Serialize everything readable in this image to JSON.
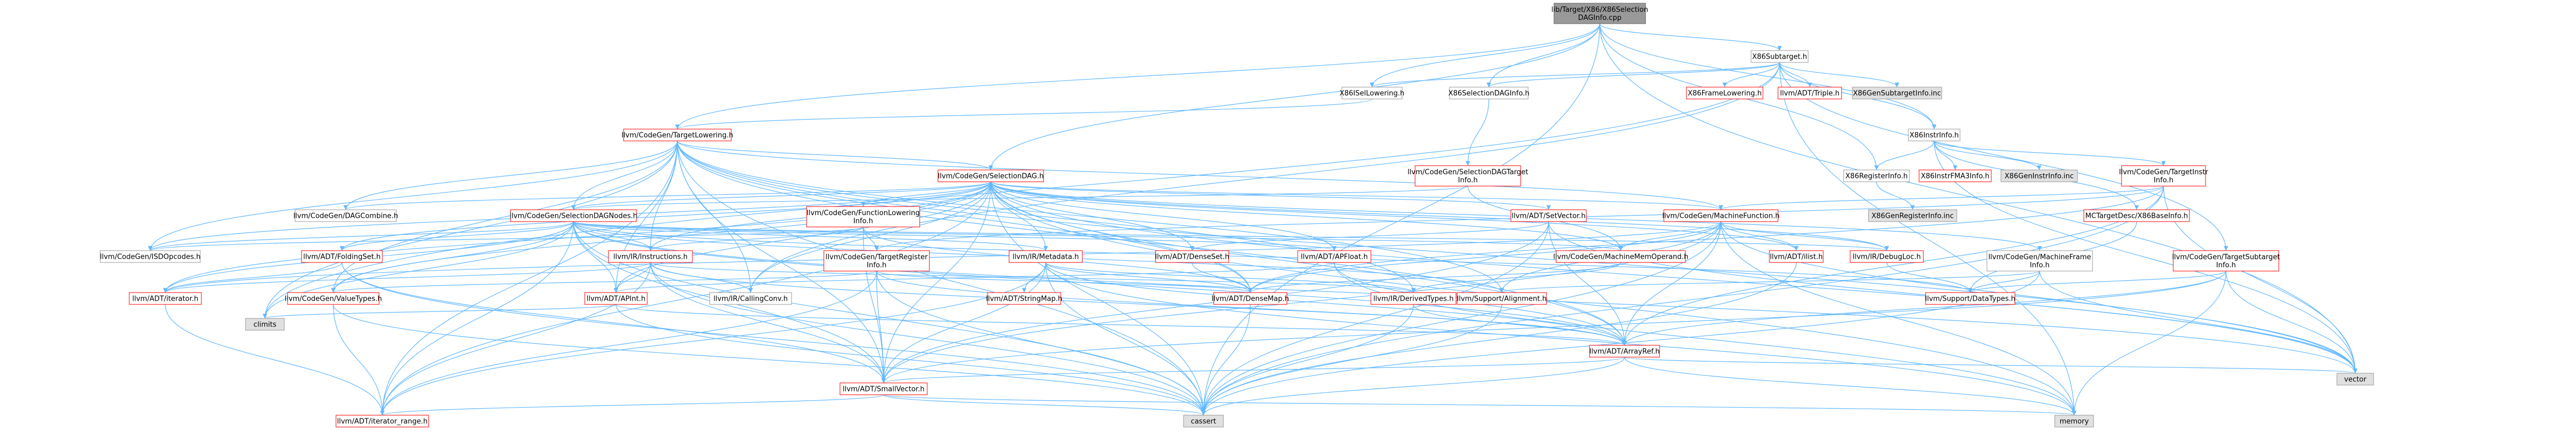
{
  "graph": {
    "nodes": [
      {
        "id": "root",
        "label": [
          "lib/Target/X86/X86Selection",
          "DAGInfo.cpp"
        ],
        "style": "root"
      },
      {
        "id": "X86Subtarget",
        "label": [
          "X86Subtarget.h"
        ],
        "style": "plain"
      },
      {
        "id": "X86ISelLowering",
        "label": [
          "X86ISelLowering.h"
        ],
        "style": "plain"
      },
      {
        "id": "X86SelectionDAGInfo",
        "label": [
          "X86SelectionDAGInfo.h"
        ],
        "style": "plain"
      },
      {
        "id": "X86FrameLowering",
        "label": [
          "X86FrameLowering.h"
        ],
        "style": "red"
      },
      {
        "id": "Triple",
        "label": [
          "llvm/ADT/Triple.h"
        ],
        "style": "red"
      },
      {
        "id": "X86GenSubtargetInfo",
        "label": [
          "X86GenSubtargetInfo.inc"
        ],
        "style": "gray"
      },
      {
        "id": "X86InstrInfo",
        "label": [
          "X86InstrInfo.h"
        ],
        "style": "plain"
      },
      {
        "id": "TargetLowering",
        "label": [
          "llvm/CodeGen/TargetLowering.h"
        ],
        "style": "red"
      },
      {
        "id": "SelectionDAGTargetInfo",
        "label": [
          "llvm/CodeGen/SelectionDAGTarget",
          "Info.h"
        ],
        "style": "red"
      },
      {
        "id": "X86InstrFMA3Info",
        "label": [
          "X86InstrFMA3Info.h"
        ],
        "style": "red"
      },
      {
        "id": "X86GenInstrInfo",
        "label": [
          "X86GenInstrInfo.inc"
        ],
        "style": "gray"
      },
      {
        "id": "TargetInstrInfo",
        "label": [
          "llvm/CodeGen/TargetInstr",
          "Info.h"
        ],
        "style": "red"
      },
      {
        "id": "X86RegisterInfo",
        "label": [
          "X86RegisterInfo.h"
        ],
        "style": "plain"
      },
      {
        "id": "X86GenRegisterInfo",
        "label": [
          "X86GenRegisterInfo.inc"
        ],
        "style": "gray"
      },
      {
        "id": "SelectionDAG",
        "label": [
          "llvm/CodeGen/SelectionDAG.h"
        ],
        "style": "red"
      },
      {
        "id": "MCTargetDesc",
        "label": [
          "MCTargetDesc/X86BaseInfo.h"
        ],
        "style": "red"
      },
      {
        "id": "DAGCombine",
        "label": [
          "llvm/CodeGen/DAGCombine.h"
        ],
        "style": "plain"
      },
      {
        "id": "FunctionLowering",
        "label": [
          "llvm/CodeGen/FunctionLowering",
          "Info.h"
        ],
        "style": "red"
      },
      {
        "id": "SetVector",
        "label": [
          "llvm/ADT/SetVector.h"
        ],
        "style": "red"
      },
      {
        "id": "MachineFunction",
        "label": [
          "llvm/CodeGen/MachineFunction.h"
        ],
        "style": "red"
      },
      {
        "id": "SelectionDAGNodes",
        "label": [
          "llvm/CodeGen/SelectionDAGNodes.h"
        ],
        "style": "red"
      },
      {
        "id": "TargetSubtarget",
        "label": [
          "llvm/CodeGen/TargetSubtarget",
          "Info.h"
        ],
        "style": "red"
      },
      {
        "id": "MachineFrameInfo",
        "label": [
          "llvm/CodeGen/MachineFrame",
          "Info.h"
        ],
        "style": "plain"
      },
      {
        "id": "TargetRegisterInfo",
        "label": [
          "llvm/CodeGen/TargetRegister",
          "Info.h"
        ],
        "style": "red"
      },
      {
        "id": "ISDOpcodes",
        "label": [
          "llvm/CodeGen/ISDOpcodes.h"
        ],
        "style": "plain"
      },
      {
        "id": "FoldingSet",
        "label": [
          "llvm/ADT/FoldingSet.h"
        ],
        "style": "red"
      },
      {
        "id": "Instructions",
        "label": [
          "llvm/IR/Instructions.h"
        ],
        "style": "red"
      },
      {
        "id": "Metadata",
        "label": [
          "llvm/IR/Metadata.h"
        ],
        "style": "red"
      },
      {
        "id": "DenseSet",
        "label": [
          "llvm/ADT/DenseSet.h"
        ],
        "style": "red"
      },
      {
        "id": "APFloat",
        "label": [
          "llvm/ADT/APFloat.h"
        ],
        "style": "red"
      },
      {
        "id": "MachineMemOperand",
        "label": [
          "llvm/CodeGen/MachineMemOperand.h"
        ],
        "style": "red"
      },
      {
        "id": "ilist",
        "label": [
          "llvm/ADT/ilist.h"
        ],
        "style": "red"
      },
      {
        "id": "DebugLoc",
        "label": [
          "llvm/IR/DebugLoc.h"
        ],
        "style": "red"
      },
      {
        "id": "iterator",
        "label": [
          "llvm/ADT/iterator.h"
        ],
        "style": "red"
      },
      {
        "id": "ValueTypes",
        "label": [
          "llvm/CodeGen/ValueTypes.h"
        ],
        "style": "red"
      },
      {
        "id": "APInt",
        "label": [
          "llvm/ADT/APInt.h"
        ],
        "style": "red"
      },
      {
        "id": "CallingConv",
        "label": [
          "llvm/IR/CallingConv.h"
        ],
        "style": "plain"
      },
      {
        "id": "StringMap",
        "label": [
          "llvm/ADT/StringMap.h"
        ],
        "style": "red"
      },
      {
        "id": "DenseMap",
        "label": [
          "llvm/ADT/DenseMap.h"
        ],
        "style": "red"
      },
      {
        "id": "DerivedTypes",
        "label": [
          "llvm/IR/DerivedTypes.h"
        ],
        "style": "red"
      },
      {
        "id": "Alignment",
        "label": [
          "llvm/Support/Alignment.h"
        ],
        "style": "red"
      },
      {
        "id": "DataTypes",
        "label": [
          "llvm/Support/DataTypes.h"
        ],
        "style": "red"
      },
      {
        "id": "climits",
        "label": [
          "climits"
        ],
        "style": "gray"
      },
      {
        "id": "ArrayRef",
        "label": [
          "llvm/ADT/ArrayRef.h"
        ],
        "style": "red"
      },
      {
        "id": "vector",
        "label": [
          "vector"
        ],
        "style": "gray"
      },
      {
        "id": "SmallVector",
        "label": [
          "llvm/ADT/SmallVector.h"
        ],
        "style": "red"
      },
      {
        "id": "iterator_range",
        "label": [
          "llvm/ADT/iterator_range.h"
        ],
        "style": "red"
      },
      {
        "id": "cassert",
        "label": [
          "cassert"
        ],
        "style": "gray"
      },
      {
        "id": "memory",
        "label": [
          "memory"
        ],
        "style": "gray"
      }
    ],
    "edges": [
      [
        "root",
        "X86Subtarget"
      ],
      [
        "root",
        "X86ISelLowering"
      ],
      [
        "root",
        "X86SelectionDAGInfo"
      ],
      [
        "root",
        "X86InstrInfo"
      ],
      [
        "root",
        "TargetLowering"
      ],
      [
        "root",
        "SelectionDAG"
      ],
      [
        "root",
        "X86RegisterInfo"
      ],
      [
        "root",
        "vector"
      ],
      [
        "root",
        "cassert"
      ],
      [
        "X86Subtarget",
        "X86FrameLowering"
      ],
      [
        "X86Subtarget",
        "Triple"
      ],
      [
        "X86Subtarget",
        "X86GenSubtargetInfo"
      ],
      [
        "X86Subtarget",
        "X86InstrInfo"
      ],
      [
        "X86Subtarget",
        "X86ISelLowering"
      ],
      [
        "X86Subtarget",
        "X86SelectionDAGInfo"
      ],
      [
        "X86Subtarget",
        "TargetSubtarget"
      ],
      [
        "X86Subtarget",
        "CallingConv"
      ],
      [
        "X86Subtarget",
        "climits"
      ],
      [
        "X86Subtarget",
        "memory"
      ],
      [
        "X86ISelLowering",
        "TargetLowering"
      ],
      [
        "X86SelectionDAGInfo",
        "SelectionDAGTargetInfo"
      ],
      [
        "X86InstrInfo",
        "X86InstrFMA3Info"
      ],
      [
        "X86InstrInfo",
        "X86GenInstrInfo"
      ],
      [
        "X86InstrInfo",
        "TargetInstrInfo"
      ],
      [
        "X86InstrInfo",
        "X86RegisterInfo"
      ],
      [
        "X86InstrInfo",
        "MCTargetDesc"
      ],
      [
        "X86InstrInfo",
        "vector"
      ],
      [
        "TargetLowering",
        "SelectionDAG"
      ],
      [
        "TargetLowering",
        "DAGCombine"
      ],
      [
        "TargetLowering",
        "ISDOpcodes"
      ],
      [
        "TargetLowering",
        "SelectionDAGNodes"
      ],
      [
        "TargetLowering",
        "ValueTypes"
      ],
      [
        "TargetLowering",
        "CallingConv"
      ],
      [
        "TargetLowering",
        "Instructions"
      ],
      [
        "TargetLowering",
        "ArrayRef"
      ],
      [
        "TargetLowering",
        "SmallVector"
      ],
      [
        "TargetLowering",
        "DenseMap"
      ],
      [
        "TargetLowering",
        "climits"
      ],
      [
        "TargetLowering",
        "cassert"
      ],
      [
        "TargetLowering",
        "vector"
      ],
      [
        "TargetLowering",
        "iterator_range"
      ],
      [
        "TargetLowering",
        "DerivedTypes"
      ],
      [
        "TargetLowering",
        "Alignment"
      ],
      [
        "TargetLowering",
        "APInt"
      ],
      [
        "TargetLowering",
        "MachineFunction"
      ],
      [
        "SelectionDAGTargetInfo",
        "SelectionDAGNodes"
      ],
      [
        "SelectionDAGTargetInfo",
        "MachineMemOperand"
      ],
      [
        "TargetInstrInfo",
        "MachineFunction"
      ],
      [
        "TargetInstrInfo",
        "ArrayRef"
      ],
      [
        "TargetInstrInfo",
        "DenseMap"
      ],
      [
        "TargetInstrInfo",
        "cassert"
      ],
      [
        "TargetInstrInfo",
        "vector"
      ],
      [
        "TargetInstrInfo",
        "TargetRegisterInfo"
      ],
      [
        "X86RegisterInfo",
        "X86GenRegisterInfo"
      ],
      [
        "MCTargetDesc",
        "DataTypes"
      ],
      [
        "SelectionDAG",
        "FunctionLowering"
      ],
      [
        "SelectionDAG",
        "SetVector"
      ],
      [
        "SelectionDAG",
        "MachineFunction"
      ],
      [
        "SelectionDAG",
        "SelectionDAGNodes"
      ],
      [
        "SelectionDAG",
        "FoldingSet"
      ],
      [
        "SelectionDAG",
        "Metadata"
      ],
      [
        "SelectionDAG",
        "DenseSet"
      ],
      [
        "SelectionDAG",
        "APFloat"
      ],
      [
        "SelectionDAG",
        "MachineMemOperand"
      ],
      [
        "SelectionDAG",
        "ilist"
      ],
      [
        "SelectionDAG",
        "DebugLoc"
      ],
      [
        "SelectionDAG",
        "DenseMap"
      ],
      [
        "SelectionDAG",
        "ArrayRef"
      ],
      [
        "SelectionDAG",
        "SmallVector"
      ],
      [
        "SelectionDAG",
        "vector"
      ],
      [
        "SelectionDAG",
        "cassert"
      ],
      [
        "SelectionDAG",
        "iterator"
      ],
      [
        "SelectionDAG",
        "ValueTypes"
      ],
      [
        "SelectionDAG",
        "ISDOpcodes"
      ],
      [
        "SelectionDAG",
        "DAGCombine"
      ],
      [
        "SelectionDAG",
        "MachineFrameInfo"
      ],
      [
        "SelectionDAG",
        "iterator_range"
      ],
      [
        "SelectionDAG",
        "memory"
      ],
      [
        "SelectionDAG",
        "CallingConv"
      ],
      [
        "SelectionDAG",
        "APInt"
      ],
      [
        "SelectionDAG",
        "Instructions"
      ],
      [
        "FunctionLowering",
        "TargetRegisterInfo"
      ],
      [
        "FunctionLowering",
        "Instructions"
      ],
      [
        "FunctionLowering",
        "DenseMap"
      ],
      [
        "FunctionLowering",
        "SmallVector"
      ],
      [
        "FunctionLowering",
        "ISDOpcodes"
      ],
      [
        "SetVector",
        "DenseSet"
      ],
      [
        "SetVector",
        "ArrayRef"
      ],
      [
        "SetVector",
        "SmallVector"
      ],
      [
        "SetVector",
        "vector"
      ],
      [
        "SetVector",
        "cassert"
      ],
      [
        "MachineFunction",
        "MachineMemOperand"
      ],
      [
        "MachineFunction",
        "ilist"
      ],
      [
        "MachineFunction",
        "DebugLoc"
      ],
      [
        "MachineFunction",
        "ArrayRef"
      ],
      [
        "MachineFunction",
        "DenseMap"
      ],
      [
        "MachineFunction",
        "SmallVector"
      ],
      [
        "MachineFunction",
        "vector"
      ],
      [
        "MachineFunction",
        "cassert"
      ],
      [
        "MachineFunction",
        "memory"
      ],
      [
        "MachineFunction",
        "Alignment"
      ],
      [
        "MachineFunction",
        "iterator"
      ],
      [
        "SelectionDAGNodes",
        "ISDOpcodes"
      ],
      [
        "SelectionDAGNodes",
        "FoldingSet"
      ],
      [
        "SelectionDAGNodes",
        "APFloat"
      ],
      [
        "SelectionDAGNodes",
        "iterator"
      ],
      [
        "SelectionDAGNodes",
        "ValueTypes"
      ],
      [
        "SelectionDAGNodes",
        "APInt"
      ],
      [
        "SelectionDAGNodes",
        "Instructions"
      ],
      [
        "SelectionDAGNodes",
        "Metadata"
      ],
      [
        "SelectionDAGNodes",
        "DebugLoc"
      ],
      [
        "SelectionDAGNodes",
        "MachineMemOperand"
      ],
      [
        "SelectionDAGNodes",
        "SmallVector"
      ],
      [
        "SelectionDAGNodes",
        "ArrayRef"
      ],
      [
        "SelectionDAGNodes",
        "climits"
      ],
      [
        "SelectionDAGNodes",
        "cassert"
      ],
      [
        "SelectionDAGNodes",
        "iterator_range"
      ],
      [
        "SelectionDAGNodes",
        "vector"
      ],
      [
        "SelectionDAGNodes",
        "DataTypes"
      ],
      [
        "SelectionDAGNodes",
        "Alignment"
      ],
      [
        "TargetSubtarget",
        "ArrayRef"
      ],
      [
        "TargetSubtarget",
        "SmallVector"
      ],
      [
        "TargetSubtarget",
        "memory"
      ],
      [
        "TargetSubtarget",
        "vector"
      ],
      [
        "TargetSubtarget",
        "DataTypes"
      ],
      [
        "MachineFrameInfo",
        "Alignment"
      ],
      [
        "MachineFrameInfo",
        "DataTypes"
      ],
      [
        "MachineFrameInfo",
        "cassert"
      ],
      [
        "MachineFrameInfo",
        "vector"
      ],
      [
        "TargetRegisterInfo",
        "SmallVector"
      ],
      [
        "TargetRegisterInfo",
        "ArrayRef"
      ],
      [
        "TargetRegisterInfo",
        "iterator_range"
      ],
      [
        "TargetRegisterInfo",
        "ValueTypes"
      ],
      [
        "TargetRegisterInfo",
        "cassert"
      ],
      [
        "TargetRegisterInfo",
        "DenseMap"
      ],
      [
        "FoldingSet",
        "iterator"
      ],
      [
        "FoldingSet",
        "SmallVector"
      ],
      [
        "FoldingSet",
        "cassert"
      ],
      [
        "Instructions",
        "APInt"
      ],
      [
        "Instructions",
        "ArrayRef"
      ],
      [
        "Instructions",
        "SmallVector"
      ],
      [
        "Instructions",
        "iterator"
      ],
      [
        "Instructions",
        "iterator_range"
      ],
      [
        "Instructions",
        "CallingConv"
      ],
      [
        "Instructions",
        "DerivedTypes"
      ],
      [
        "Instructions",
        "cassert"
      ],
      [
        "Metadata",
        "StringMap"
      ],
      [
        "Metadata",
        "DenseMap"
      ],
      [
        "Metadata",
        "ArrayRef"
      ],
      [
        "Metadata",
        "SmallVector"
      ],
      [
        "Metadata",
        "iterator_range"
      ],
      [
        "Metadata",
        "cassert"
      ],
      [
        "Metadata",
        "memory"
      ],
      [
        "Metadata",
        "DerivedTypes"
      ],
      [
        "DenseSet",
        "DenseMap"
      ],
      [
        "APFloat",
        "APInt"
      ],
      [
        "APFloat",
        "ArrayRef"
      ],
      [
        "APFloat",
        "memory"
      ],
      [
        "MachineMemOperand",
        "DerivedTypes"
      ],
      [
        "MachineMemOperand",
        "DenseMap"
      ],
      [
        "ilist",
        "cassert"
      ],
      [
        "DebugLoc",
        "DataTypes"
      ],
      [
        "ValueTypes",
        "cassert"
      ],
      [
        "ValueTypes",
        "iterator_range"
      ],
      [
        "APInt",
        "cassert"
      ],
      [
        "APInt",
        "climits"
      ],
      [
        "APInt",
        "ArrayRef"
      ],
      [
        "DenseMap",
        "cassert"
      ],
      [
        "DerivedTypes",
        "ArrayRef"
      ],
      [
        "DerivedTypes",
        "cassert"
      ],
      [
        "Alignment",
        "cassert"
      ],
      [
        "ArrayRef",
        "SmallVector"
      ],
      [
        "ArrayRef",
        "vector"
      ],
      [
        "ArrayRef",
        "cassert"
      ],
      [
        "ArrayRef",
        "memory"
      ],
      [
        "SmallVector",
        "cassert"
      ],
      [
        "SmallVector",
        "iterator_range"
      ],
      [
        "SmallVector",
        "memory"
      ],
      [
        "iterator",
        "iterator_range"
      ]
    ]
  },
  "colors": {
    "edge": "#63b8ff",
    "node_fill": "#ffffff",
    "root_fill": "#999999",
    "gray_fill": "#e0e0e0",
    "red_border": "#ff0000",
    "plain_border": "#999999"
  }
}
